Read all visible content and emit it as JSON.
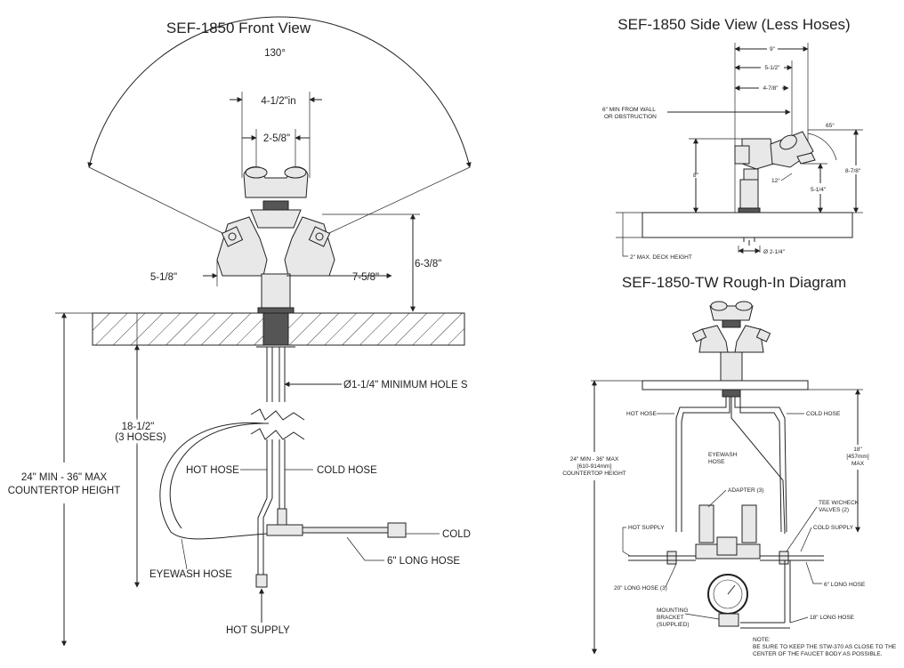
{
  "titles": {
    "front": "SEF-1850 Front View",
    "side": "SEF-1850 Side View (Less Hoses)",
    "rough": "SEF-1850-TW Rough-In Diagram"
  },
  "front": {
    "angle": "130°",
    "width_outer": "4-1/2\"in",
    "width_inner": "2-5/8\"",
    "left_offset": "5-1/8\"",
    "right_offset": "7-5/8\"",
    "height": "6-3/8\"",
    "hole": "Ø1-1/4\" MINIMUM HOLE S",
    "hose_len_1": "18-1/2\"",
    "hose_len_2": "(3 HOSES)",
    "countertop_1": "24\" MIN - 36\" MAX",
    "countertop_2": "COUNTERTOP HEIGHT",
    "hot_hose": "HOT HOSE",
    "cold_hose": "COLD HOSE",
    "cold": "COLD",
    "long_hose": "6\" LONG HOSE",
    "eyewash_hose": "EYEWASH HOSE",
    "hot_supply": "HOT SUPPLY"
  },
  "side": {
    "d9": "9\"",
    "d512": "5-1/2\"",
    "d478": "4-7/8\"",
    "min_wall_1": "6\" MIN FROM WALL",
    "min_wall_2": "OR OBSTRUCTION",
    "a65": "65°",
    "d8": "8\"",
    "d878": "8-7/8\"",
    "a12": "12°",
    "d514": "5-1/4\"",
    "deck": "2\" MAX. DECK HEIGHT",
    "dia": "Ø 2-1/4\""
  },
  "rough": {
    "hot_hose": "HOT HOSE",
    "cold_hose": "COLD HOSE",
    "ctr_1": "24\" MIN - 36\" MAX",
    "ctr_2": "[610-914mm]",
    "ctr_3": "COUNTERTOP HEIGHT",
    "eyewash_1": "EYEWASH",
    "eyewash_2": "HOSE",
    "max_1": "18\"",
    "max_2": "[457mm]",
    "max_3": "MAX",
    "adapter": "ADAPTER (3)",
    "tee_1": "TEE W/CHECK",
    "tee_2": "VALVES (2)",
    "hot_supply": "HOT SUPPLY",
    "cold_supply": "COLD SUPPLY",
    "long20": "20\" LONG HOSE (3)",
    "long6": "6\" LONG HOSE",
    "long18": "18\" LONG HOSE",
    "mount_1": "MOUNTING",
    "mount_2": "BRACKET",
    "mount_3": "(SUPPLIED)",
    "note_1": "NOTE:",
    "note_2": "BE SURE TO KEEP THE STW-370 AS CLOSE TO THE",
    "note_3": "CENTER OF THE FAUCET BODY AS POSSIBLE."
  }
}
